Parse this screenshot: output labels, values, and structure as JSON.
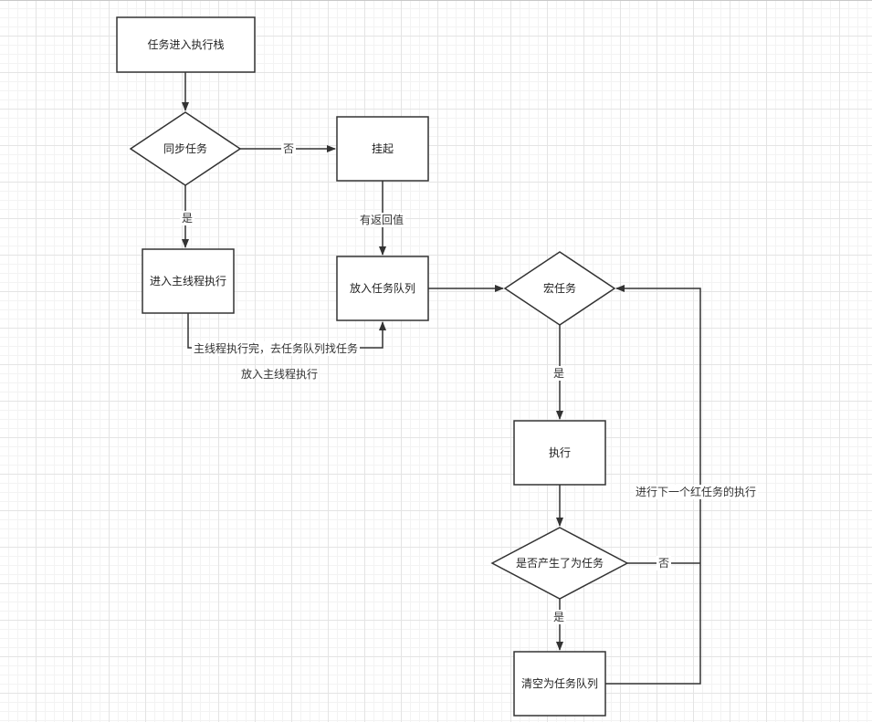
{
  "nodes": {
    "enter_stack": "任务进入执行栈",
    "sync_task": "同步任务",
    "suspend": "挂起",
    "main_thread": "进入主线程执行",
    "put_queue": "放入任务队列",
    "macro_task": "宏任务",
    "execute": "执行",
    "micro_check": "是否产生了为任务",
    "clear_queue": "清空为任务队列"
  },
  "edges": {
    "sync_no": "否",
    "sync_yes": "是",
    "has_return": "有返回值",
    "main_done": "主线程执行完，去任务队列找任务",
    "put_main": "放入主线程执行",
    "macro_yes": "是",
    "micro_no": "否",
    "micro_yes": "是",
    "next_macro": "进行下一个红任务的执行"
  },
  "colors": {
    "stroke": "#333333",
    "grid_major": "#e4e4e4",
    "grid_minor": "#f3f3f3"
  }
}
